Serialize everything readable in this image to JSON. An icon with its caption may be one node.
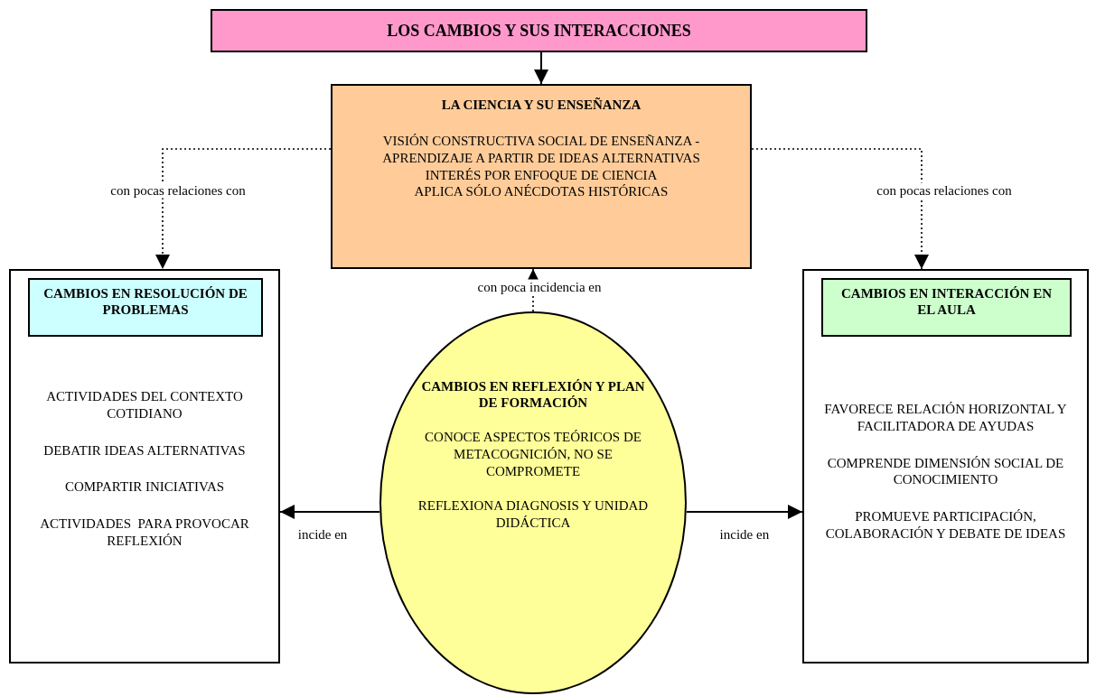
{
  "diagram": {
    "nodes": [
      {
        "text": [
          "LOS CAMBIOS Y SUS INTERACCIONES"
        ]
      },
      {
        "text": [
          "LA CIENCIA Y SU ENSEÑANZA",
          "VISIÓN CONSTRUCTIVA SOCIAL DE ENSEÑANZA - APRENDIZAJE A PARTIR DE IDEAS ALTERNATIVAS",
          "INTERÉS POR ENFOQUE DE CIENCIA",
          "APLICA SÓLO ANÉCDOTAS HISTÓRICAS"
        ]
      },
      {
        "text": [
          "ACTIVIDADES DEL CONTEXTO COTIDIANO",
          "DEBATIR IDEAS ALTERNATIVAS",
          "COMPARTIR INICIATIVAS",
          "ACTIVIDADES  PARA PROVOCAR REFLEXIÓN"
        ]
      },
      {
        "text": [
          "CAMBIOS EN RESOLUCIÓN DE PROBLEMAS"
        ],
        "in": 2
      },
      {
        "text": [
          "FAVORECE RELACIÓN HORIZONTAL Y FACILITADORA DE AYUDAS",
          "COMPRENDE DIMENSIÓN SOCIAL DE CONOCIMIENTO",
          "PROMUEVE PARTICIPACIÓN, COLABORACIÓN Y DEBATE DE IDEAS"
        ]
      },
      {
        "text": [
          "CAMBIOS EN INTERACCIÓN EN EL AULA"
        ],
        "in": 4
      },
      {
        "text": [
          "CAMBIOS EN REFLEXIÓN Y PLAN DE FORMACIÓN",
          "CONOCE ASPECTOS TEÓRICOS DE METACOGNICIÓN, NO SE COMPROMETE",
          "REFLEXIONA DIAGNOSIS Y UNIDAD DIDÁCTICA"
        ]
      }
    ],
    "edges": [
      {
        "from": 0,
        "to": 1,
        "arrow": "to"
      },
      {
        "from": 1,
        "to": 2,
        "arrow": "to",
        "label": "con pocas relaciones con",
        "style": "dashed"
      },
      {
        "from": 1,
        "to": 4,
        "arrow": "to",
        "label": "con pocas relaciones con",
        "style": "dashed"
      },
      {
        "from": 6,
        "to": 1,
        "arrow": "to",
        "label": "con poca incidencia en",
        "style": "dashed"
      },
      {
        "from": 6,
        "to": 2,
        "arrow": "to",
        "label": "incide en"
      },
      {
        "from": 6,
        "to": 4,
        "arrow": "to",
        "label": "incide en"
      }
    ]
  }
}
